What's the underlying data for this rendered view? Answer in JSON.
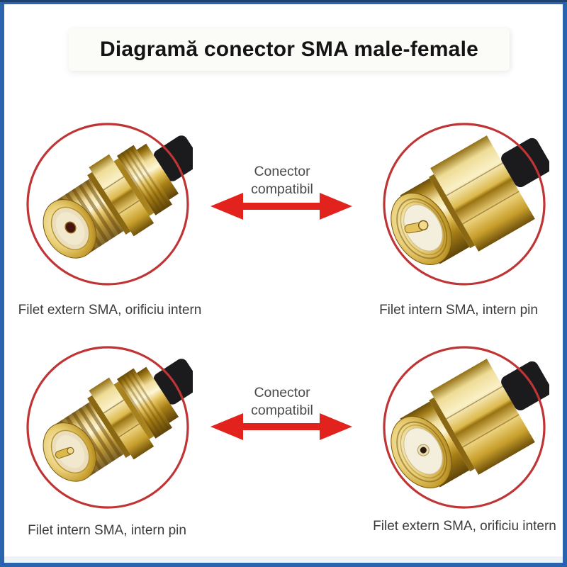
{
  "title": "Diagramă conector SMA male-female",
  "compat_label": "Conector compatibil",
  "rows": [
    {
      "left_caption": "Filet extern SMA, orificiu intern",
      "right_caption": "Filet intern SMA, intern pin"
    },
    {
      "left_caption": "Filet intern SMA, intern pin",
      "right_caption": "Filet extern SMA, orificiu intern"
    }
  ],
  "colors": {
    "frame_blue": "#2a63ae",
    "arrow_red": "#e2231d",
    "circle_red": "#bf3434",
    "gold": "#dcb94c",
    "title_text": "#141414",
    "caption_text": "#3c3c3c"
  }
}
